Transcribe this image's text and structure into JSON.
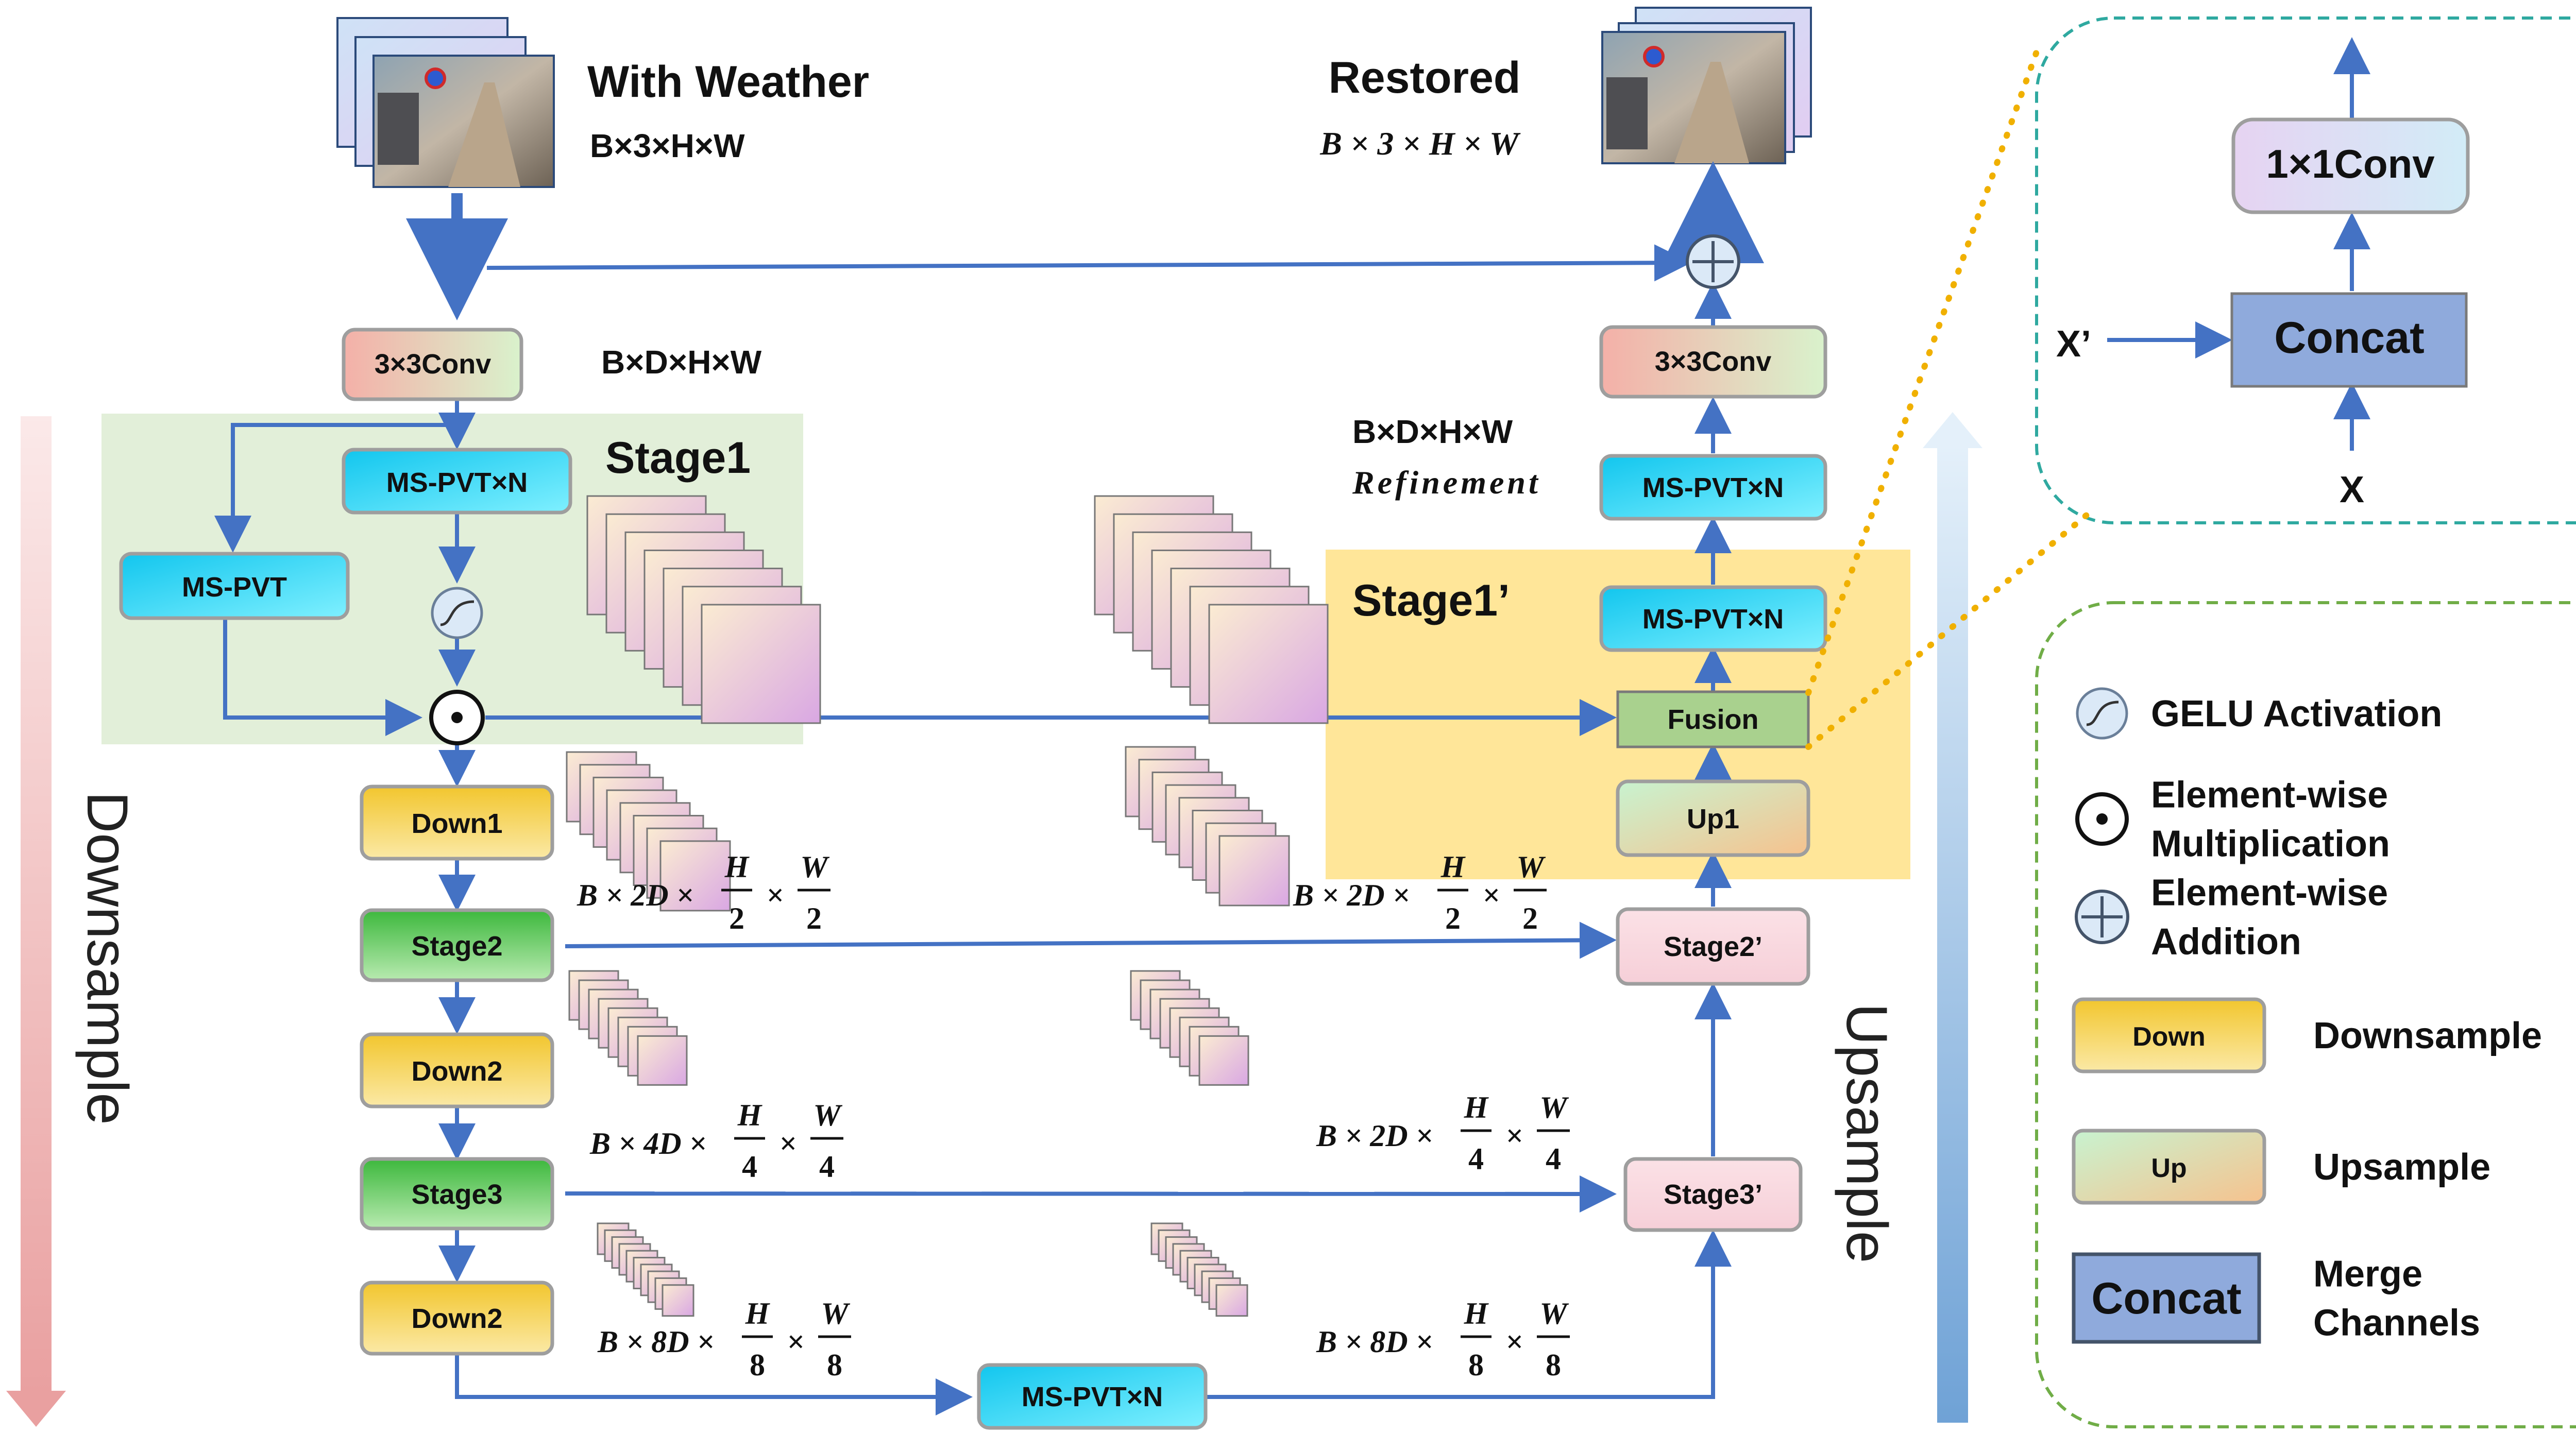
{
  "input": {
    "title": "With Weather",
    "shape": "B×3×H×W"
  },
  "output": {
    "title": "Restored",
    "shape": "B × 3 × H × W"
  },
  "encoder": {
    "conv": "3×3Conv",
    "conv_shape": "B×D×H×W",
    "stage1_label": "Stage1",
    "mspvtn": "MS-PVT×N",
    "mspvt": "MS-PVT",
    "down1": "Down1",
    "stage2": "Stage2",
    "down2": "Down2",
    "stage3": "Stage3",
    "down3": "Down2"
  },
  "bottleneck": {
    "label": "MS-PVT×N"
  },
  "decoder": {
    "conv": "3×3Conv",
    "refine_shape": "B×D×H×W",
    "refine_label": "Refinement",
    "refine_block": "MS-PVT×N",
    "stage1p_label": "Stage1’",
    "stage1p_block": "MS-PVT×N",
    "fusion": "Fusion",
    "up1": "Up1",
    "stage2p": "Stage2’",
    "stage3p": "Stage3’"
  },
  "shapes": [
    {
      "id": "enc_s2",
      "prefix": "B × 2D ×",
      "num1": "H",
      "den1": "2",
      "num2": "W",
      "den2": "2"
    },
    {
      "id": "dec_s2",
      "prefix": "B × 2D ×",
      "num1": "H",
      "den1": "2",
      "num2": "W",
      "den2": "2"
    },
    {
      "id": "enc_s3",
      "prefix": "B × 4D ×",
      "num1": "H",
      "den1": "4",
      "num2": "W",
      "den2": "4"
    },
    {
      "id": "dec_s3",
      "prefix": "B × 2D ×",
      "num1": "H",
      "den1": "4",
      "num2": "W",
      "den2": "4"
    },
    {
      "id": "enc_s4",
      "prefix": "B × 8D ×",
      "num1": "H",
      "den1": "8",
      "num2": "W",
      "den2": "8"
    },
    {
      "id": "dec_s4",
      "prefix": "B × 8D ×",
      "num1": "H",
      "den1": "8",
      "num2": "W",
      "den2": "8"
    }
  ],
  "side_labels": {
    "downsample": "Downsample",
    "upsample": "Upsample"
  },
  "concat_detail": {
    "conv": "1×1Conv",
    "concat": "Concat",
    "x_prime": "X’",
    "x": "X"
  },
  "legend": [
    {
      "symbol": "gelu",
      "label_lines": [
        "GELU Activation"
      ]
    },
    {
      "symbol": "mult",
      "label_lines": [
        "Element-wise",
        "Multiplication"
      ]
    },
    {
      "symbol": "add",
      "label_lines": [
        "Element-wise",
        "Addition"
      ]
    },
    {
      "symbol": "down",
      "box": "Down",
      "label_lines": [
        "Downsample"
      ]
    },
    {
      "symbol": "up",
      "box": "Up",
      "label_lines": [
        "Upsample"
      ]
    },
    {
      "symbol": "concat",
      "box": "Concat",
      "label_lines": [
        "Merge",
        "Channels"
      ]
    }
  ],
  "colors": {
    "arrow": "#4472c4",
    "stage1_bg": "#e2efd9",
    "stage1p_bg": "#ffe699",
    "cyan_block": "#19d3f0",
    "down_block": "#f5cc45",
    "stage_block": "#5cc85a",
    "pink_block": "#f8d6de",
    "fusion_block": "#a9d18e",
    "concat_block": "#8faadc",
    "teal_dash": "#2fa9a0",
    "green_dash": "#70ad47",
    "gold_dots": "#f0b000"
  }
}
